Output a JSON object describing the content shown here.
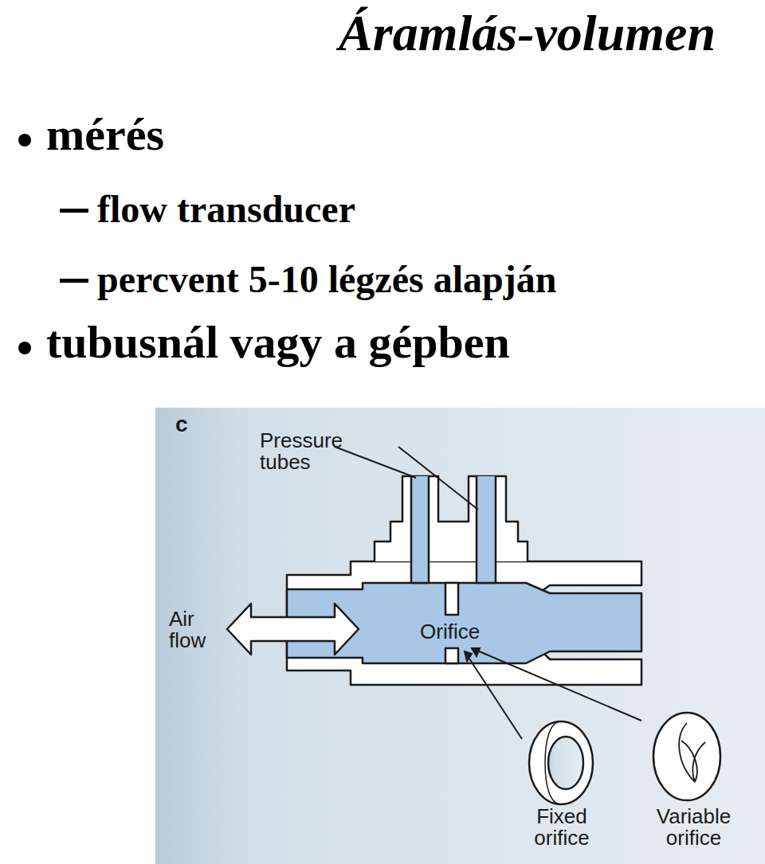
{
  "diagram": {
    "title": "Áramlás-volumen",
    "labels": [
      "mérés",
      "flow transducer",
      "percvent 5-10 légzés alapján",
      "tubusnál vagy a gépben",
      "c",
      "Pressure tubes",
      "Air flow",
      "Orifice",
      "Fixed orifice",
      "Variable orifice"
    ]
  }
}
